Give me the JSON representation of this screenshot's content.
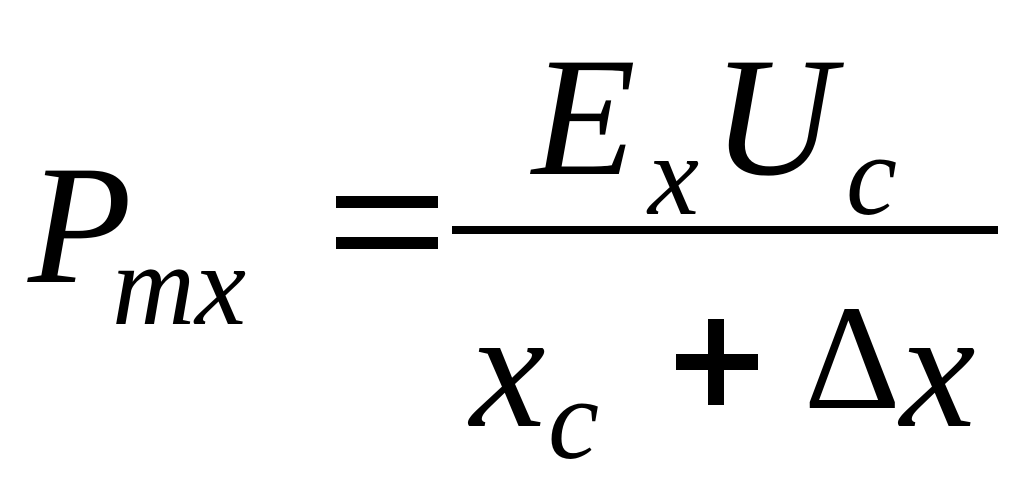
{
  "formula": {
    "lhs": {
      "symbol": "P",
      "subscript": "mx"
    },
    "equals": "=",
    "numerator": {
      "e_symbol": "E",
      "e_subscript": "x",
      "u_symbol": "U",
      "u_subscript": "c"
    },
    "denominator": {
      "x_symbol": "x",
      "x_subscript": "c",
      "plus": "+",
      "delta_symbol": "Δ",
      "delta_x_symbol": "x"
    }
  }
}
